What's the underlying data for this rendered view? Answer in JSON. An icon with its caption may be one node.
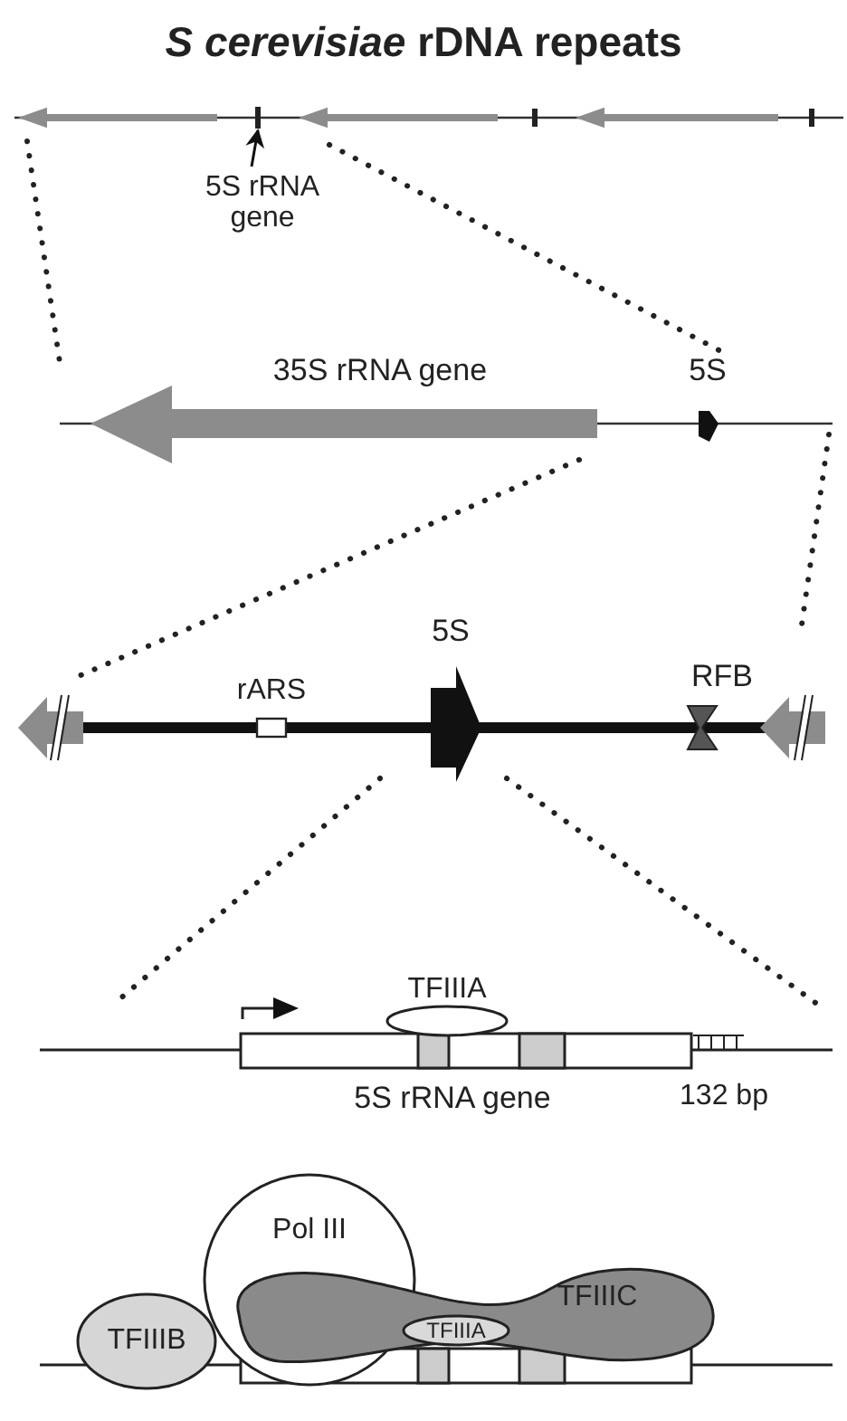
{
  "diagram": {
    "title": "*S cerevisiae* rDNA repeats",
    "nodes": [
      {
        "text": [
          "5S rRNA gene"
        ]
      },
      {
        "text": [],
        "shape": "bar"
      },
      {
        "text": [
          "TFIIIA"
        ]
      },
      {
        "text": [
          "Pol III"
        ]
      },
      {
        "text": [
          "TFIIIC"
        ]
      },
      {
        "text": [
          "TFIIIA"
        ],
        "in": 4
      },
      {
        "text": [
          "TFIIIB"
        ]
      }
    ],
    "edges": [
      {
        "from": 0,
        "to": 1,
        "arrow": "to"
      }
    ],
    "labels": [
      "35S rRNA gene",
      "5S",
      "5S",
      "rARS",
      "RFB",
      "5S rRNA gene",
      "132 bp"
    ]
  }
}
